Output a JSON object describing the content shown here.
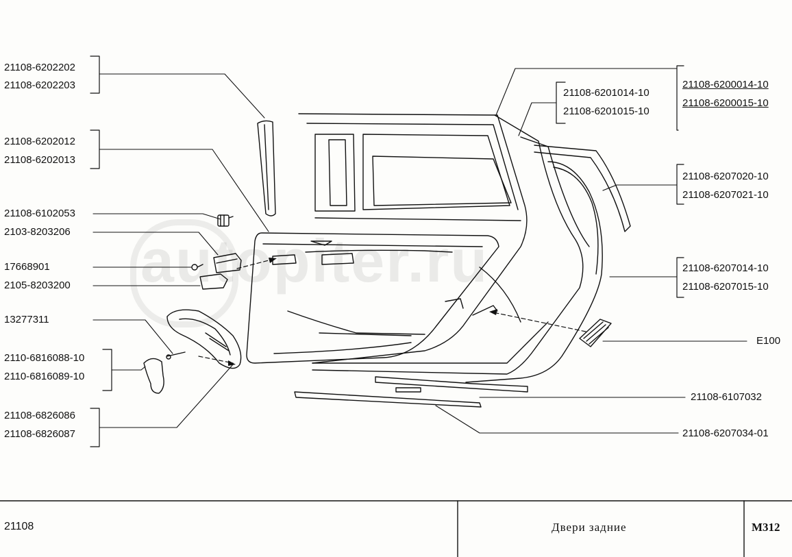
{
  "watermark": "autopiter.ru",
  "labels": {
    "l1a": "21108-6202202",
    "l1b": "21108-6202203",
    "l2a": "21108-6202012",
    "l2b": "21108-6202013",
    "l3": "21108-6102053",
    "l4": "2103-8203206",
    "l5": "17668901",
    "l6": "2105-8203200",
    "l7": "13277311",
    "l8a": "2110-6816088-10",
    "l8b": "2110-6816089-10",
    "l9a": "21108-6826086",
    "l9b": "21108-6826087",
    "r1a": "21108-6201014-10",
    "r1b": "21108-6201015-10",
    "r0a": "21108-6200014-10",
    "r0b": "21108-6200015-10",
    "r2a": "21108-6207020-10",
    "r2b": "21108-6207021-10",
    "r3a": "21108-6207014-10",
    "r3b": "21108-6207015-10",
    "r4": "E100",
    "r5": "21108-6107032",
    "r6": "21108-6207034-01"
  },
  "footer": {
    "model": "21108",
    "title": "Двери задние",
    "code": "M312"
  }
}
